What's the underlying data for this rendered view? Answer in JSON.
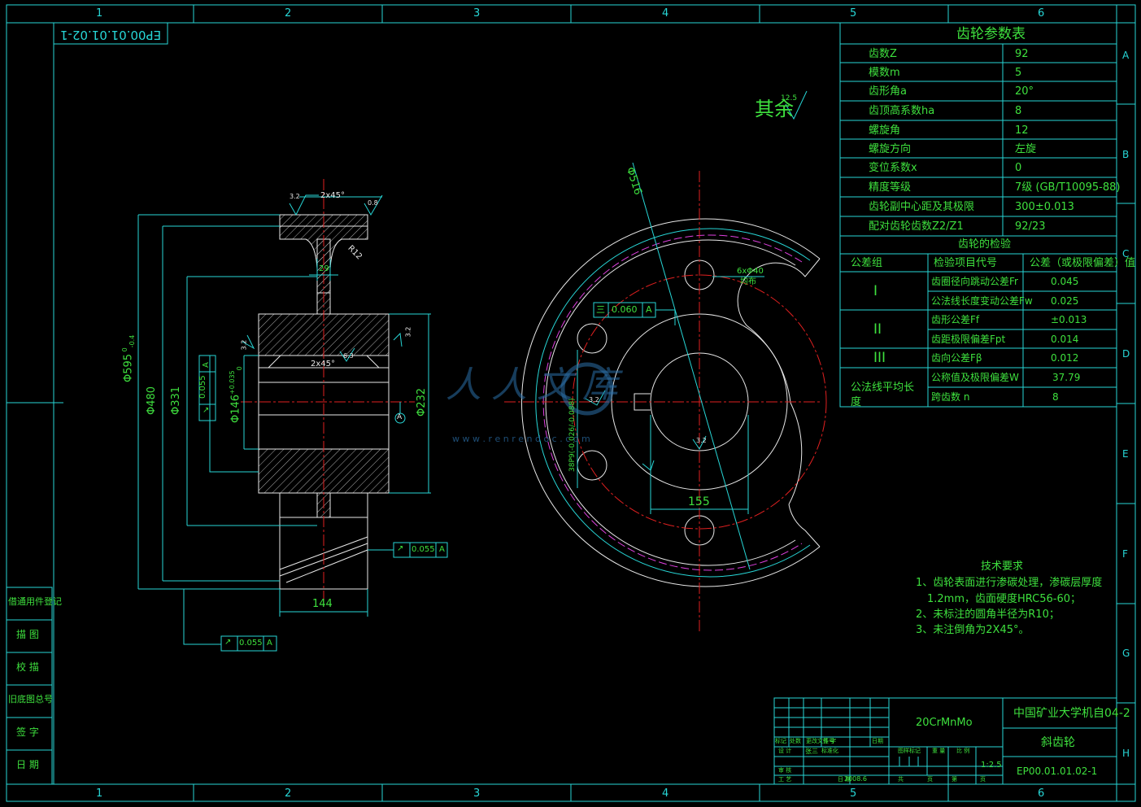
{
  "frame": {
    "col_labels": [
      "1",
      "2",
      "3",
      "4",
      "5",
      "6"
    ],
    "row_labels": [
      "A",
      "B",
      "C",
      "D",
      "E",
      "F",
      "G",
      "H"
    ]
  },
  "drawing_no_rotated": "EP00.01.01.02-1",
  "roughness_note": {
    "label": "其余",
    "value": "12.5"
  },
  "front_view": {
    "dims": {
      "d595": "Φ595",
      "d595_tol_upper": "0",
      "d595_tol_lower": "-0.4",
      "d480": "Φ480",
      "d331": "Φ331",
      "d146": "Φ146",
      "d146_tol_upper": "+0.035",
      "d146_tol_lower": "0",
      "d232": "Φ232",
      "w144": "144",
      "w29": "29",
      "chamfer_top": "2x45°",
      "chamfer_hub": "2x45°",
      "r12": "R12",
      "rough_32a": "3.2",
      "rough_08": "0.8",
      "rough_32b": "3.2",
      "rough_32c": "3.2",
      "rough_63": "6.3",
      "datum": "A"
    },
    "tol_frames": [
      {
        "sym": "↗",
        "val": "0.055",
        "datum": "A"
      },
      {
        "sym": "↗",
        "val": "0.055",
        "datum": "A"
      },
      {
        "sym": "↗",
        "val": "0.055",
        "datum": "A"
      }
    ]
  },
  "side_view": {
    "d516": "Φ516",
    "holes_top": "6xΦ40",
    "holes_bottom": "均布",
    "w155": "155",
    "keyway": "38P9(-0.026/-0.088)",
    "rough_32": "3.2",
    "rough_32b": "3.2",
    "sym_tol": {
      "sym": "三",
      "val": "0.060",
      "datum": "A"
    }
  },
  "gear_params": {
    "title": "齿轮参数表",
    "rows": [
      [
        "齿数Z",
        "92"
      ],
      [
        "模数m",
        "5"
      ],
      [
        "齿形角a",
        "20°"
      ],
      [
        "齿顶高系数ha",
        "8"
      ],
      [
        "螺旋角",
        "12"
      ],
      [
        "螺旋方向",
        "左旋"
      ],
      [
        "变位系数x",
        "0"
      ],
      [
        "精度等级",
        "7级 (GB/T10095-88)"
      ],
      [
        "齿轮副中心距及其极限",
        "300±0.013"
      ],
      [
        "配对齿轮齿数Z2/Z1",
        "92/23"
      ]
    ]
  },
  "inspection": {
    "title": "齿轮的检验",
    "headers": [
      "公差组",
      "检验项目代号",
      "公差（或极限偏差）值"
    ],
    "groups": [
      {
        "name": "I",
        "items": [
          [
            "齿圈径向跳动公差Fr",
            "0.045"
          ],
          [
            "公法线长度变动公差Fw",
            "0.025"
          ]
        ]
      },
      {
        "name": "II",
        "items": [
          [
            "齿形公差Ff",
            "±0.013"
          ],
          [
            "齿距极限偏差Fpt",
            "0.014"
          ]
        ]
      },
      {
        "name": "III",
        "items": [
          [
            "齿向公差Fβ",
            "0.012"
          ]
        ]
      }
    ],
    "common_normal": {
      "name": "公法线平均长度",
      "items": [
        [
          "公称值及极限偏差W",
          "37.79"
        ],
        [
          "跨齿数 n",
          "8"
        ]
      ]
    }
  },
  "tech_req": {
    "title": "技术要求",
    "lines": [
      "1、齿轮表面进行渗碳处理，渗碳层厚度",
      "1.2mm，齿面硬度HRC56-60；",
      "2、未标注的圆角半径为R10；",
      "3、未注倒角为2X45°。"
    ]
  },
  "left_strip": [
    "借通用件登记",
    "描 图",
    "校 描",
    "旧底图总号",
    "签 字",
    "日 期"
  ],
  "title_block": {
    "material": "20CrMnMo",
    "school": "中国矿业大学机自04-2",
    "part_name": "斜齿轮",
    "drawing_no": "EP00.01.01.02-1",
    "scale": "1:2.5",
    "labels": [
      "标记",
      "处数",
      "更改文件号",
      "签 字",
      "日期",
      "设 计",
      "标准化",
      "审 核",
      "工 艺",
      "日 期",
      "图样标记",
      "重 量",
      "比 例",
      "共",
      "页",
      "第",
      "页"
    ],
    "date": "2008.6",
    "designer": "张三"
  },
  "watermark": {
    "text": "人人文库",
    "url": "w w w . r e n r e n d o c . c o m"
  },
  "colors": {
    "frame": "#27d6d6",
    "text": "#3ee03e",
    "center": "#e02020",
    "hatch": "#e8e8e8",
    "magenta": "#e040e0"
  }
}
